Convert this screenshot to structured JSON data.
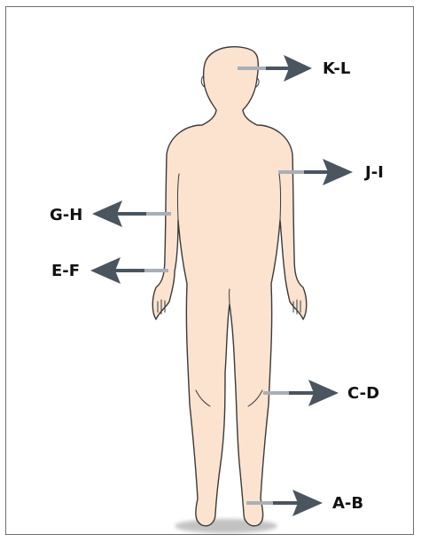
{
  "labels": {
    "k_l": "K-L",
    "j_i": "J-I",
    "g_h": "G-H",
    "e_f": "E-F",
    "c_d": "C-D",
    "a_b": "A-B"
  },
  "colors": {
    "skin": "#fbe3cf",
    "outline": "#3a3a3a",
    "arrow": "#4a5560",
    "connector": "#a9afb5"
  }
}
